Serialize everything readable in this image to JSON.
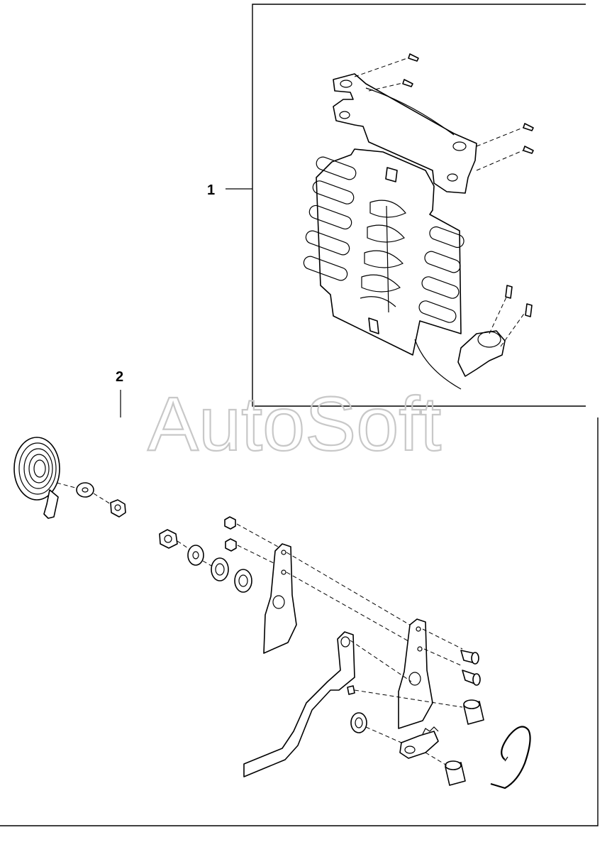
{
  "callouts": {
    "item1": "1",
    "item2": "2"
  },
  "watermark": {
    "text": "AutoSoft"
  },
  "colors": {
    "line": "#000000",
    "watermark": "#c8c8c8",
    "background": "#ffffff"
  }
}
